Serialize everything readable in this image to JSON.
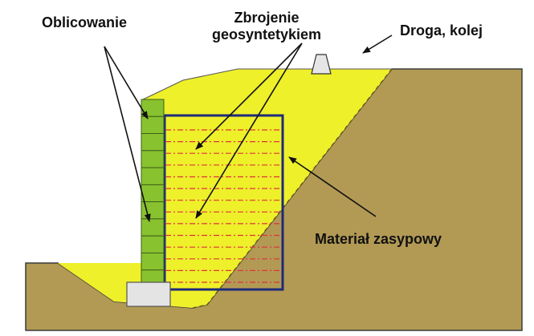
{
  "labels": {
    "facing": "Oblicowanie",
    "reinforcement_line1": "Zbrojenie",
    "reinforcement_line2": "geosyntetykiem",
    "road": "Droga, kolej",
    "backfill": "Materiał zasypowy"
  },
  "colors": {
    "soil": "#b29a55",
    "backfill_yellow": "#eef02a",
    "facing_green": "#88c22f",
    "reinforced_zone_border": "#1e2a7a",
    "reinforcement_lines": "#e0323c",
    "footing": "#e4e4e4",
    "arrow": "#111111"
  },
  "facing_block_count": 11,
  "reinforcement_layer_count": 14
}
